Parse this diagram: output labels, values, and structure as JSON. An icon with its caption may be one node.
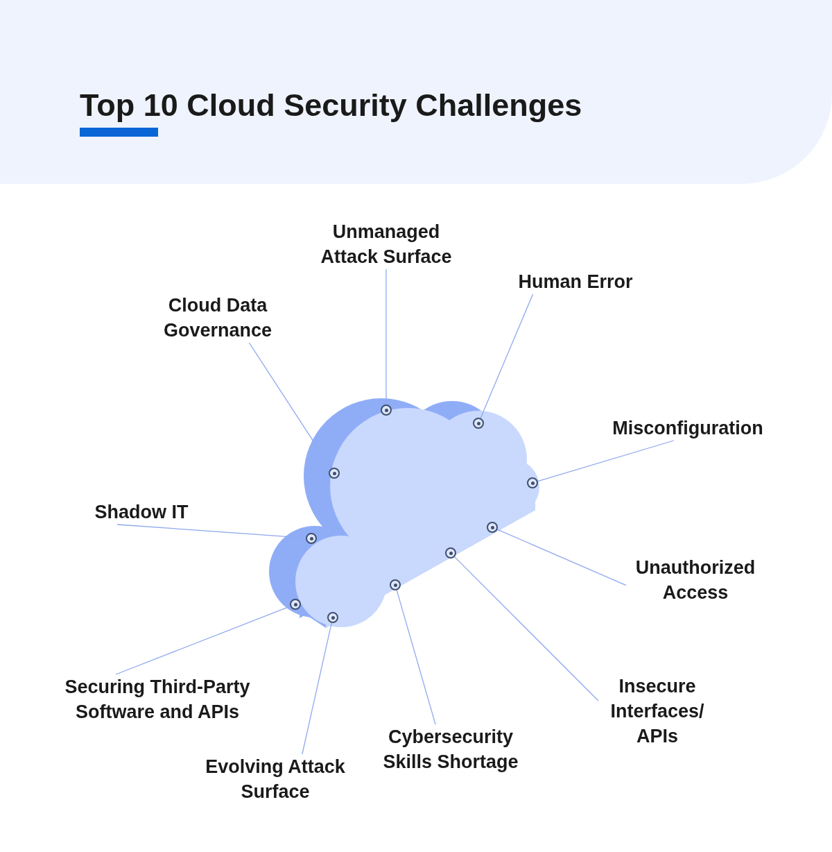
{
  "diagram": {
    "title": "Top 10 Cloud Security Challenges",
    "nodes": [
      {
        "text": [
          "Unmanaged Attack Surface"
        ]
      },
      {
        "text": [
          "Human Error"
        ]
      },
      {
        "text": [
          "Cloud Data Governance"
        ]
      },
      {
        "text": [
          "Misconfiguration"
        ]
      },
      {
        "text": [
          "Shadow IT"
        ]
      },
      {
        "text": [
          "Unauthorized Access"
        ]
      },
      {
        "text": [
          "Insecure Interfaces/ APIs"
        ]
      },
      {
        "text": [
          "Securing Third-Party Software and APIs"
        ]
      },
      {
        "text": [
          "Cybersecurity Skills Shortage"
        ]
      },
      {
        "text": [
          "Evolving Attack Surface"
        ]
      },
      {
        "text": [],
        "shape": "circle"
      },
      {
        "text": [],
        "shape": "circle"
      },
      {
        "text": [],
        "shape": "circle"
      },
      {
        "text": [],
        "shape": "circle"
      },
      {
        "text": [],
        "shape": "circle"
      },
      {
        "text": [],
        "shape": "circle"
      },
      {
        "text": [],
        "shape": "circle"
      },
      {
        "text": [],
        "shape": "circle"
      },
      {
        "text": [],
        "shape": "circle"
      },
      {
        "text": [],
        "shape": "circle"
      }
    ],
    "edges": [
      {
        "from": 0,
        "to": 10,
        "arrow": "none"
      },
      {
        "from": 1,
        "to": 11,
        "arrow": "none"
      },
      {
        "from": 2,
        "to": 12,
        "arrow": "none"
      },
      {
        "from": 3,
        "to": 13,
        "arrow": "none"
      },
      {
        "from": 4,
        "to": 15,
        "arrow": "none"
      },
      {
        "from": 5,
        "to": 14,
        "arrow": "none"
      },
      {
        "from": 6,
        "to": 16,
        "arrow": "none"
      },
      {
        "from": 7,
        "to": 18,
        "arrow": "none"
      },
      {
        "from": 8,
        "to": 17,
        "arrow": "none"
      },
      {
        "from": 9,
        "to": 19,
        "arrow": "none"
      }
    ]
  }
}
